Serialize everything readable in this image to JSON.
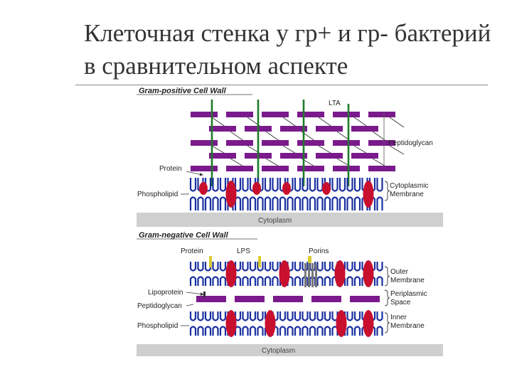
{
  "slide": {
    "title": "Клеточная стенка у гр+ и гр- бактерий в сравнительном аспекте"
  },
  "gram_positive": {
    "heading": "Gram-positive Cell Wall",
    "labels": {
      "lta": "LTA",
      "peptidoglycan": "Peptidoglycan",
      "protein": "Protein",
      "phospholipid": "Phospholipid",
      "membrane_line1": "Cytoplasmic",
      "membrane_line2": "Membrane",
      "cytoplasm": "Cytoplasm"
    }
  },
  "gram_negative": {
    "heading": "Gram-negative Cell Wall",
    "labels": {
      "protein": "Protein",
      "lps": "LPS",
      "porins": "Porins",
      "outer_line1": "Outer",
      "outer_line2": "Membrane",
      "periplasmic_line1": "Periplasmic",
      "periplasmic_line2": "Space",
      "inner_line1": "Inner",
      "inner_line2": "Membrane",
      "lipoprotein": "Lipoprotein",
      "peptidoglycan": "Peptidoglycan",
      "phospholipid": "Phospholipid",
      "cytoplasm": "Cytoplasm"
    }
  },
  "colors": {
    "peptidoglycan": "#7a1a8c",
    "teichoic": "#1f7a2a",
    "protein": "#c8102e",
    "lipid": "#1a2fa0",
    "lps": "#d8cc30",
    "band": "#cfcfcf"
  }
}
